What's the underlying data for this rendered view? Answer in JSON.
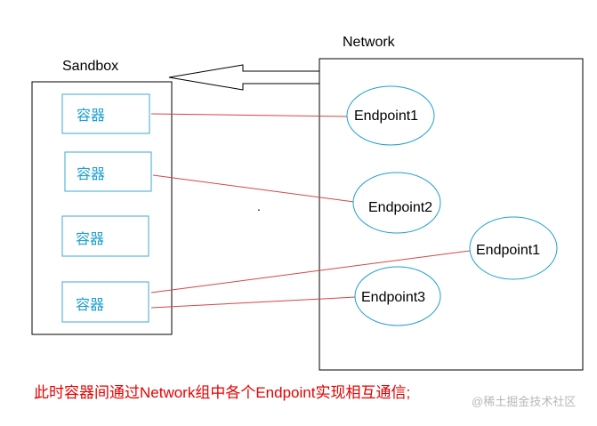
{
  "labels": {
    "sandbox": "Sandbox",
    "network": "Network",
    "container_1": "容器",
    "container_2": "容器",
    "container_3": "容器",
    "container_4": "容器",
    "endpoint_1": "Endpoint1",
    "endpoint_2": "Endpoint2",
    "endpoint_outside": "Endpoint1",
    "endpoint_3": "Endpoint3",
    "dot": ".",
    "caption": "此时容器间通过Network组中各个Endpoint实现相互通信;",
    "watermark": "@稀土掘金技术社区"
  },
  "colors": {
    "outline": "#000000",
    "container_border": "#3eaad6",
    "container_text": "#1e9fd0",
    "endpoint_border": "#1e9fd0",
    "link_line": "#d64545",
    "caption": "#e60000",
    "watermark": "#b8b8b8"
  }
}
